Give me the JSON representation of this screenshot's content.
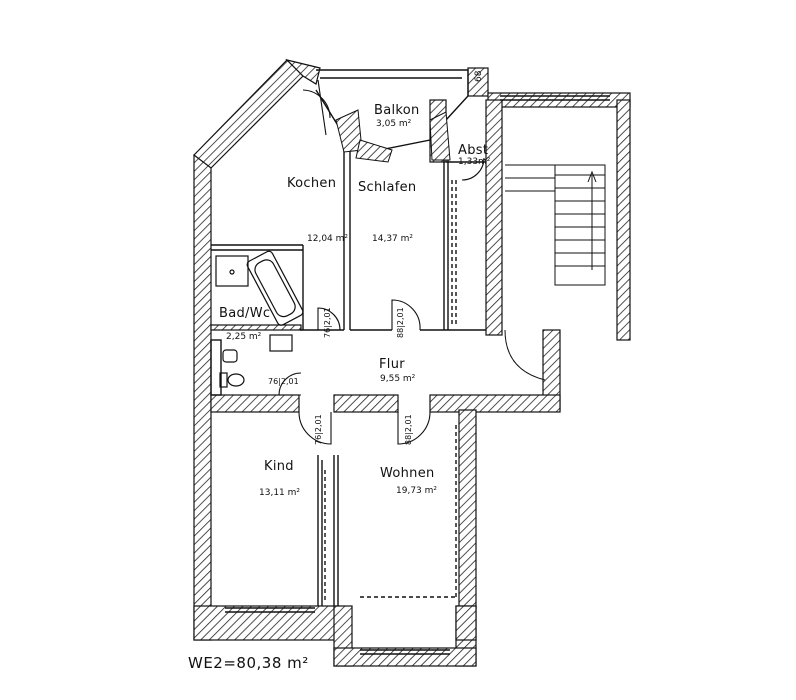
{
  "rooms": {
    "balkon": {
      "name": "Balkon",
      "area": "3,05  m²"
    },
    "abst": {
      "name": "Abst",
      "area": "1,33m²"
    },
    "kochen": {
      "name": "Kochen",
      "area": "12,04  m²"
    },
    "schlafen": {
      "name": "Schlafen",
      "area": "14,37  m²"
    },
    "bad": {
      "name": "Bad/Wc",
      "area": "2,25  m²"
    },
    "flur": {
      "name": "Flur",
      "area": "9,55  m²"
    },
    "kind": {
      "name": "Kind",
      "area": "13,11  m²"
    },
    "wohnen": {
      "name": "Wohnen",
      "area": "19,73  m²"
    }
  },
  "doors": {
    "kochen": "76|2,01",
    "schlafen": "88|2,01",
    "bad": "76|2,01",
    "kind": "76|2,01",
    "wohnen": "88|2,01"
  },
  "dimension_label": "68",
  "total_area": "WE2=80,38  m²"
}
